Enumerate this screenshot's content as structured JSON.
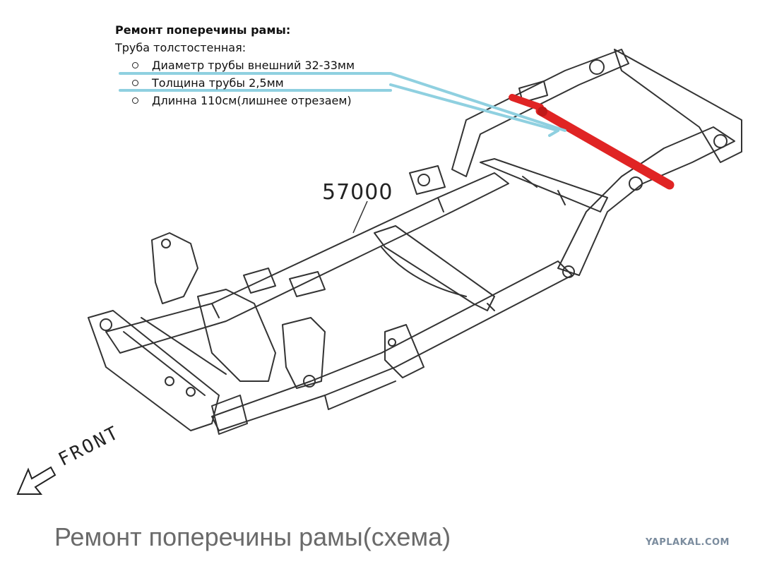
{
  "notes": {
    "title": "Ремонт поперечины рамы:",
    "subtitle": "Труба толстостенная:",
    "items": [
      "Диаметр трубы внешний 32-33мм",
      "Толщина трубы 2,5мм",
      "Длинна 110см(лишнее отрезаем)"
    ]
  },
  "part_number": "57000",
  "front_label": "FRONT",
  "caption": "Ремонт поперечины рамы(схема)",
  "watermark": "YAPLAKAL.COM",
  "colors": {
    "highlight_pipe": "#e02424",
    "annotation_lines": "#8fd0e0",
    "frame_outline": "#333333"
  }
}
